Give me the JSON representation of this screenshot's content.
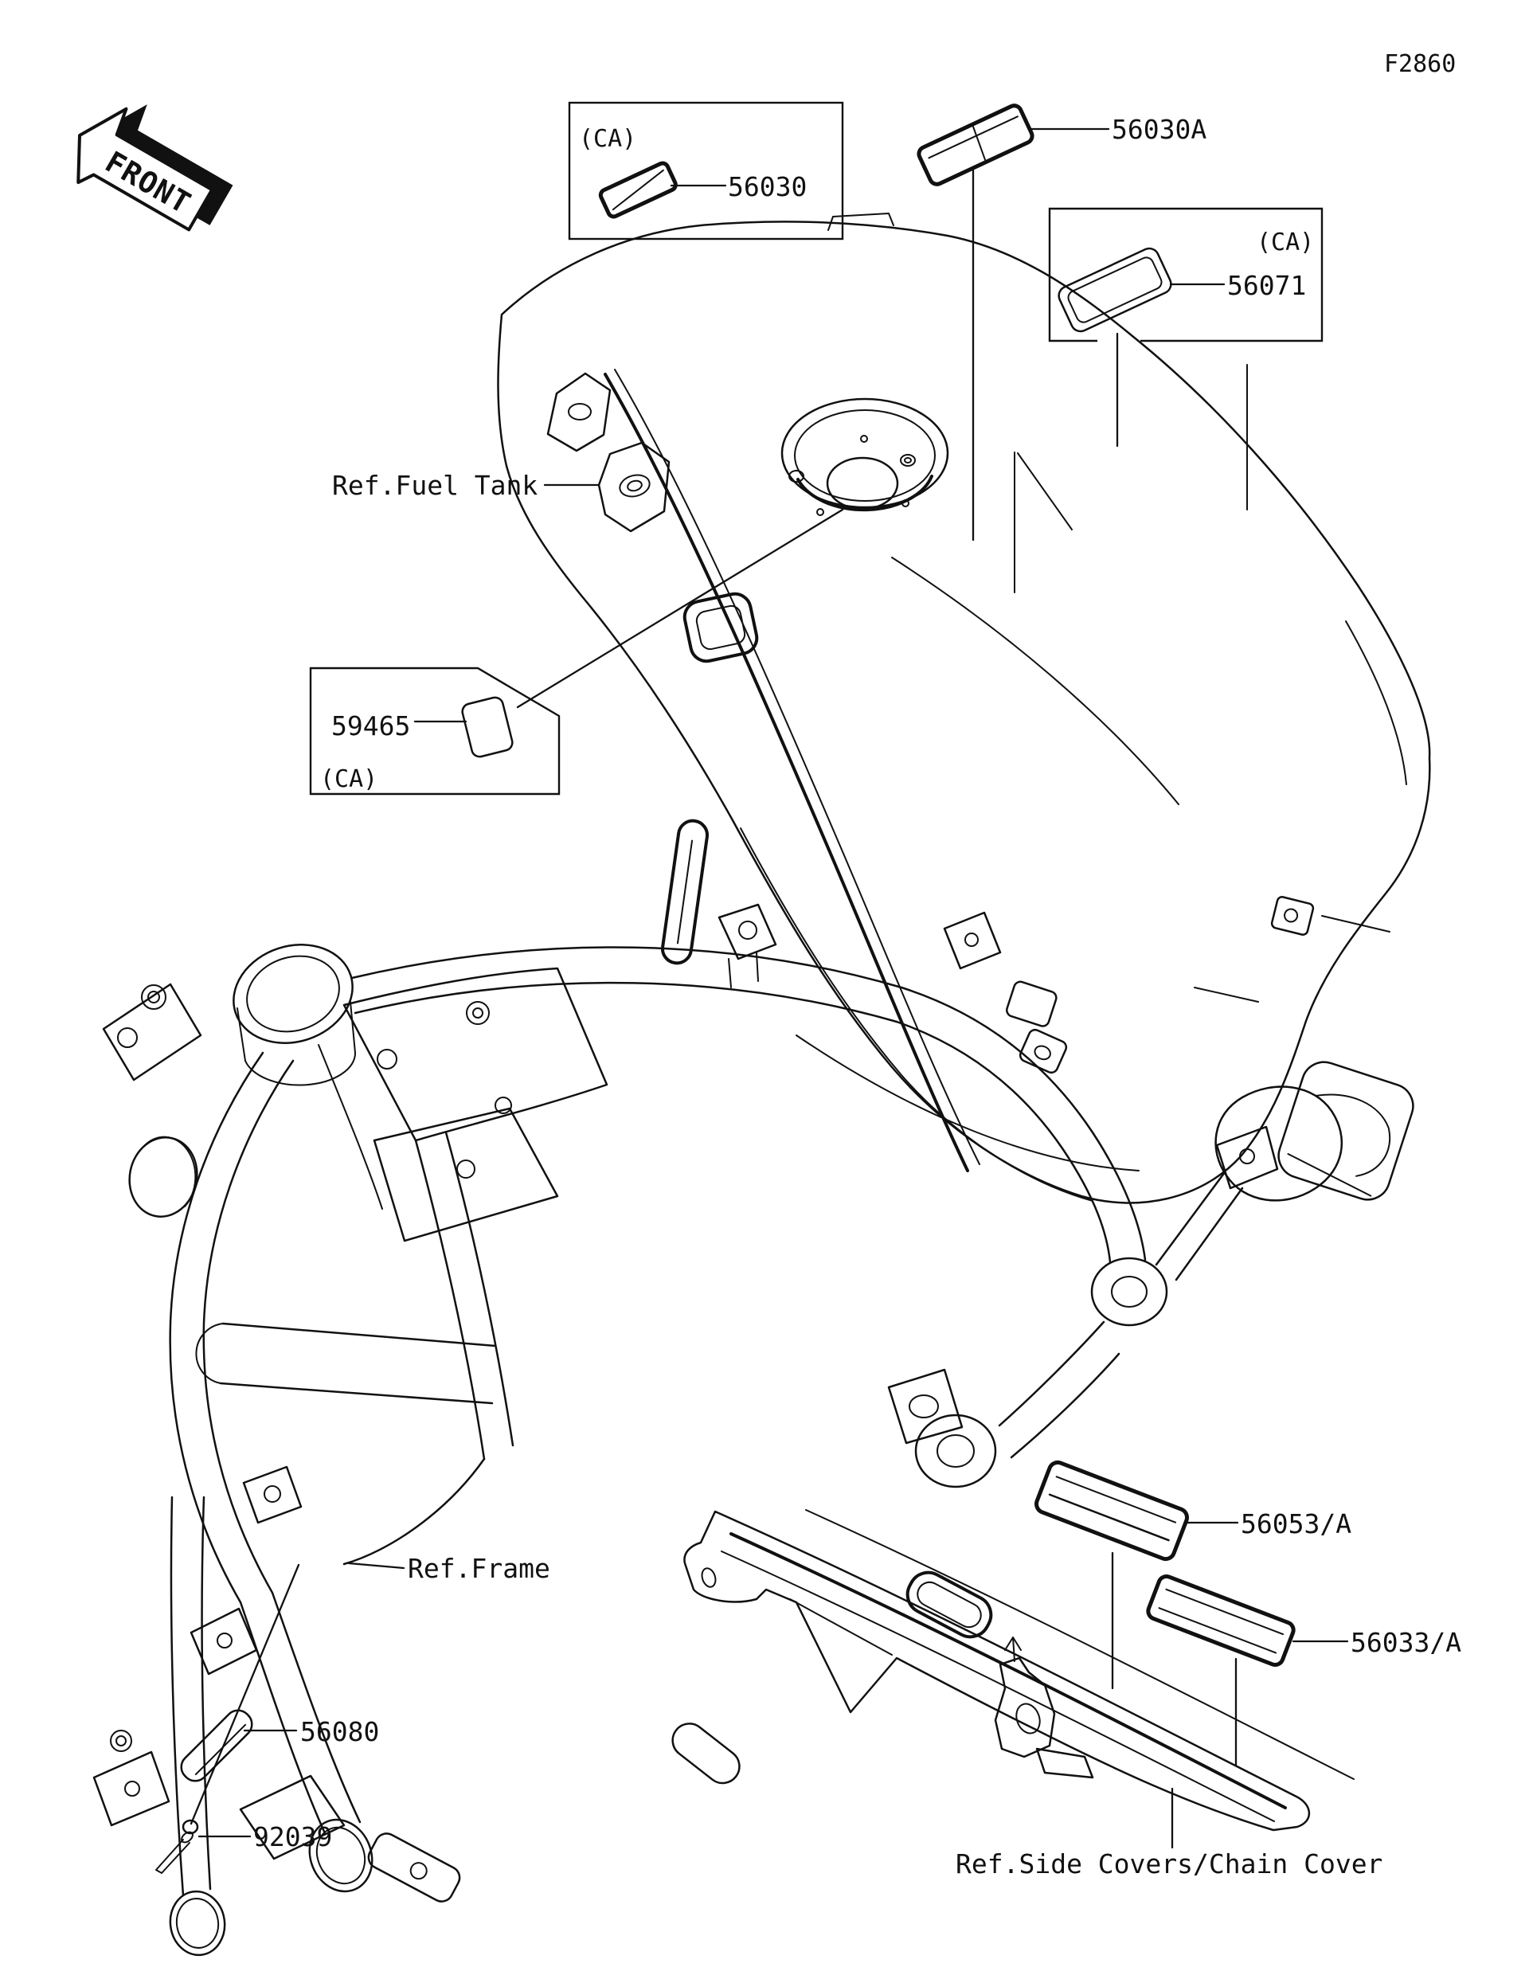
{
  "figure": {
    "code": "F2860"
  },
  "front_marker": {
    "label": "FRONT"
  },
  "parts": {
    "p56030": {
      "number": "56030",
      "note": "(CA)"
    },
    "p56030a": {
      "number": "56030A"
    },
    "p56071": {
      "number": "56071",
      "note": "(CA)"
    },
    "p59465": {
      "number": "59465",
      "note": "(CA)"
    },
    "p56053": {
      "number": "56053/A"
    },
    "p56033": {
      "number": "56033/A"
    },
    "p56080": {
      "number": "56080"
    },
    "p92039": {
      "number": "92039"
    }
  },
  "references": {
    "fuel_tank": {
      "label": "Ref.Fuel Tank"
    },
    "frame": {
      "label": "Ref.Frame"
    },
    "side_covers": {
      "label": "Ref.Side Covers/Chain Cover"
    }
  },
  "colors": {
    "line": "#111111",
    "background": "#ffffff"
  }
}
